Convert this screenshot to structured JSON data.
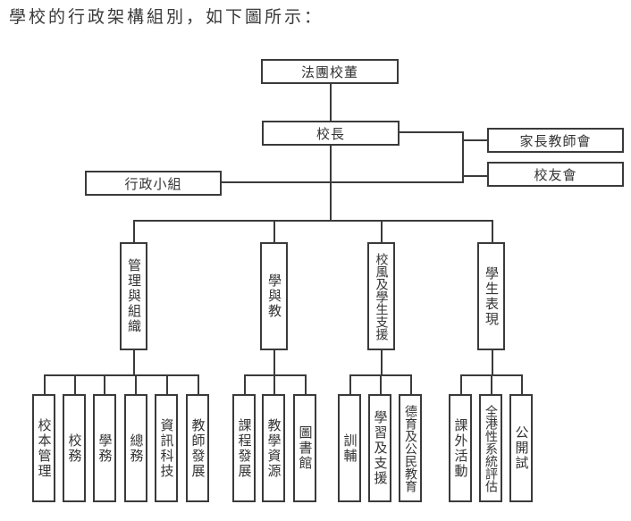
{
  "heading": "學校的行政架構組別，如下圖所示：",
  "org_chart": {
    "board": "法團校董",
    "principal": "校長",
    "admin_group": "行政小組",
    "pta": "家長教師會",
    "alumni": "校友會",
    "divisions": [
      {
        "name": "管理與組織",
        "units": [
          "校本管理",
          "校務",
          "學務",
          "總務",
          "資訊科技",
          "教師發展"
        ]
      },
      {
        "name": "學與教",
        "units": [
          "課程發展",
          "教學資源",
          "圖書館"
        ]
      },
      {
        "name": "校風及學生支援",
        "units": [
          "訓輔",
          "學習及支援",
          "德育及公民教育"
        ]
      },
      {
        "name": "學生表現",
        "units": [
          "課外活動",
          "全港性系統評估",
          "公開試"
        ]
      }
    ]
  }
}
